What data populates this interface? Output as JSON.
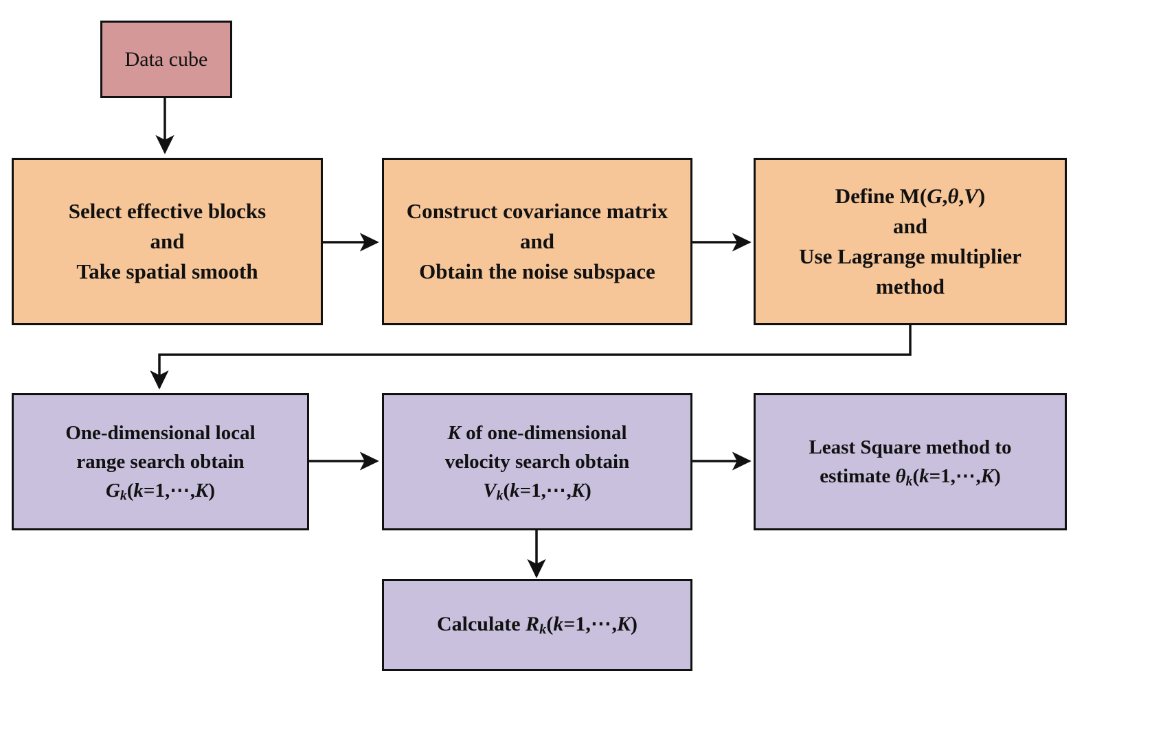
{
  "diagram": {
    "title": "Algorithm flowchart",
    "colors": {
      "start_fill": "#d49898",
      "process_fill": "#f6c598",
      "result_fill": "#c8c0dc",
      "stroke": "#111111",
      "background": "#ffffff"
    },
    "nodes": [
      {
        "id": "data-cube",
        "type": "start",
        "lines": [
          "Data cube"
        ]
      },
      {
        "id": "select-blocks",
        "type": "process",
        "lines": [
          "Select  effective blocks",
          "and",
          "Take spatial smooth"
        ]
      },
      {
        "id": "covariance-matrix",
        "type": "process",
        "lines": [
          "Construct covariance matrix",
          "and",
          "Obtain the noise subspace"
        ]
      },
      {
        "id": "define-m",
        "type": "process",
        "lines": [
          "Define M(G,θ,V)",
          "and",
          "Use Lagrange multiplier",
          "method"
        ]
      },
      {
        "id": "range-search",
        "type": "result",
        "lines": [
          "One-dimensional  local",
          "range search obtain",
          "Gk(k=1,⋯,K)"
        ]
      },
      {
        "id": "velocity-search",
        "type": "result",
        "lines": [
          "K of one-dimensional",
          "velocity search obtain",
          "Vk(k=1,⋯,K)"
        ]
      },
      {
        "id": "least-square",
        "type": "result",
        "lines": [
          "Least Square method to",
          "estimate θk(k=1,⋯,K)"
        ]
      },
      {
        "id": "calculate-r",
        "type": "result",
        "lines": [
          "Calculate Rk(k=1,⋯,K)"
        ]
      }
    ],
    "edges": [
      {
        "from": "data-cube",
        "to": "select-blocks",
        "direction": "down"
      },
      {
        "from": "select-blocks",
        "to": "covariance-matrix",
        "direction": "right"
      },
      {
        "from": "covariance-matrix",
        "to": "define-m",
        "direction": "right"
      },
      {
        "from": "define-m",
        "to": "range-search",
        "direction": "down-left-elbow"
      },
      {
        "from": "range-search",
        "to": "velocity-search",
        "direction": "right"
      },
      {
        "from": "velocity-search",
        "to": "least-square",
        "direction": "right"
      },
      {
        "from": "velocity-search",
        "to": "calculate-r",
        "direction": "down"
      }
    ],
    "text": {
      "data_cube": "Data cube",
      "select_l1": "Select  effective blocks",
      "select_l2": "and",
      "select_l3": "Take spatial smooth",
      "cov_l1": "Construct covariance matrix",
      "cov_l2": "and",
      "cov_l3": "Obtain the noise subspace",
      "define_l1_prefix": "Define M(",
      "define_l1_g": "G",
      "define_l1_c1": ",",
      "define_l1_theta": "θ",
      "define_l1_c2": ",",
      "define_l1_v": "V",
      "define_l1_suffix": ")",
      "define_l2": "and",
      "define_l3": "Use Lagrange multiplier",
      "define_l4": "method",
      "range_l1": "One-dimensional  local",
      "range_l2": "range search obtain",
      "range_var": "G",
      "range_sub": "k",
      "range_tail_open": "(",
      "range_tail_k": "k",
      "range_tail_eq": "=1,",
      "range_tail_dots": "⋯",
      "range_tail_comma": ",",
      "range_tail_K": "K",
      "range_tail_close": ")",
      "vel_l1_K": "K",
      "vel_l1_rest": " of one-dimensional",
      "vel_l2": "velocity search obtain",
      "vel_var": "V",
      "ls_l1": "Least Square method to",
      "ls_l2_prefix": "estimate ",
      "ls_var": "θ",
      "calc_prefix": "Calculate ",
      "calc_var": "R"
    }
  }
}
